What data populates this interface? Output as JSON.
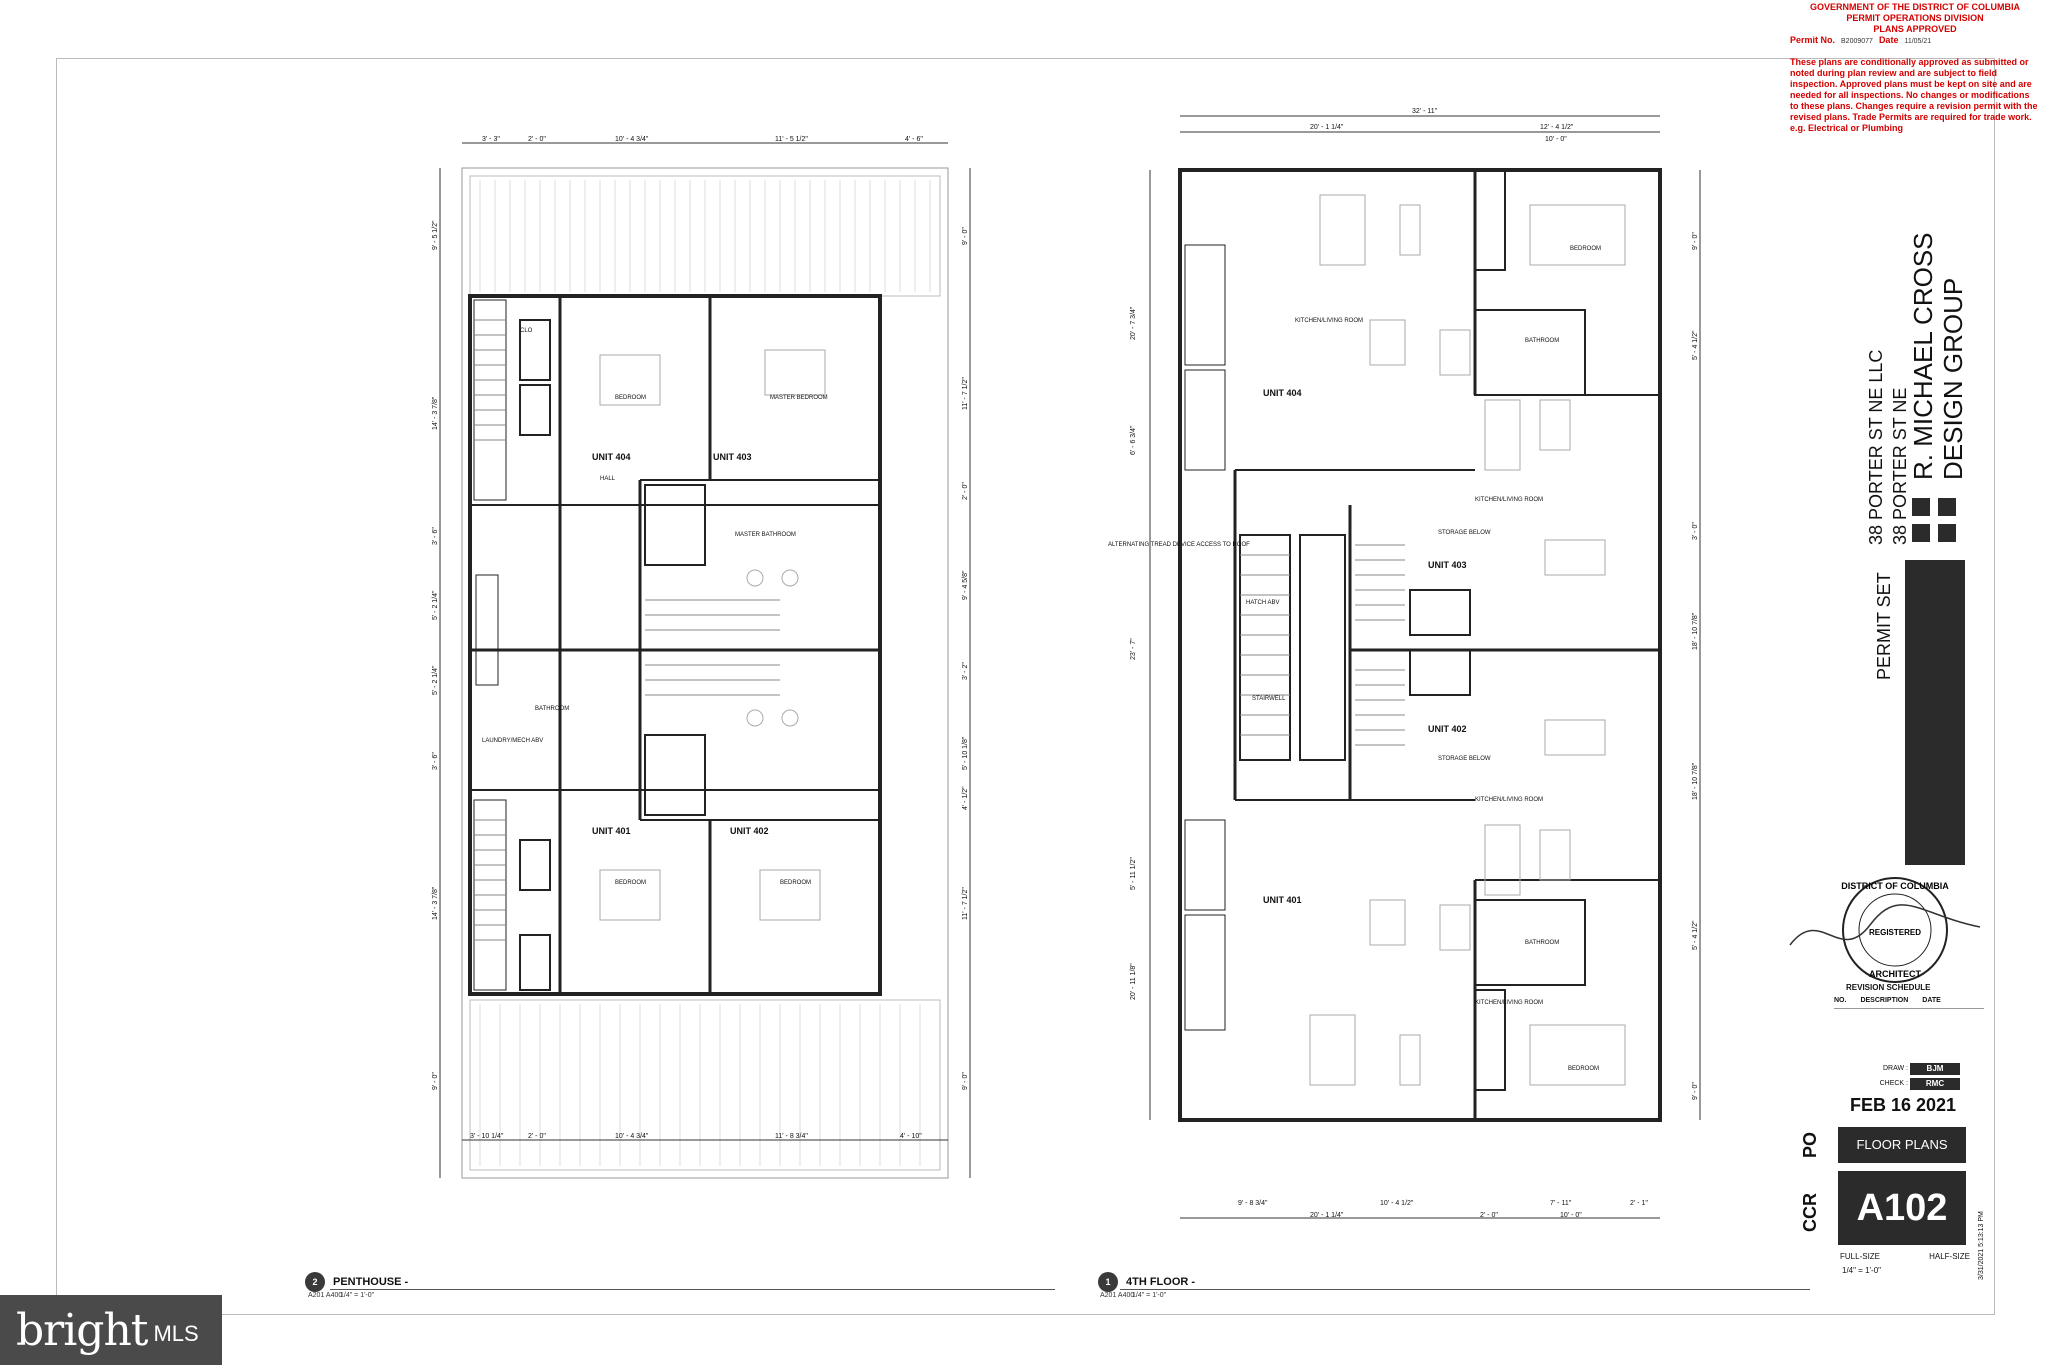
{
  "approval_stamp": {
    "line1": "GOVERNMENT OF THE DISTRICT OF COLUMBIA",
    "line2": "PERMIT OPERATIONS DIVISION",
    "line3": "PLANS APPROVED",
    "permit_label": "Permit No.",
    "permit_no": "B2009077",
    "date_label": "Date",
    "date_value": "11/05/21",
    "notes": "These plans are conditionally approved as submitted or noted during plan review and are subject to field inspection. Approved plans must be kept on site and are needed for all inspections.  No changes or modifications to these plans.  Changes require a revision permit with the revised plans. Trade Permits are required for trade work.  e.g. Electrical or Plumbing"
  },
  "title_block": {
    "project_line1": "38 PORTER ST NE LLC",
    "project_line2": "38 PORTER ST NE",
    "set_name": "PERMIT SET",
    "firm_line1": "R. MICHAEL CROSS",
    "firm_line2": "DESIGN GROUP",
    "seal_text_top": "DISTRICT OF COLUMBIA",
    "seal_text_bottom": "ARCHITECT",
    "seal_center": "REGISTERED",
    "revision_title": "REVISION SCHEDULE",
    "revision_cols": [
      "NO.",
      "DESCRIPTION",
      "DATE"
    ],
    "drawn_label": "DRAW :",
    "drawn_value": "BJM",
    "check_label": "CHECK :",
    "check_value": "RMC",
    "date": "FEB 16 2021",
    "po": "PO",
    "ccr": "CCR",
    "sheet_title": "FLOOR PLANS",
    "sheet_number": "A102",
    "size_full": "FULL-SIZE",
    "size_half": "HALF-SIZE",
    "scale": "1/4\" = 1'-0\"",
    "timestamp": "3/31/2021 5:13:13 PM"
  },
  "plans": [
    {
      "number": "2",
      "title": "PENTHOUSE -",
      "scale": "1/4\" = 1'-0\"",
      "ref": "A201 A400",
      "units": [
        "UNIT 404",
        "UNIT 403",
        "UNIT 401",
        "UNIT 402"
      ],
      "rooms": [
        "BEDROOM",
        "MASTER BEDROOM",
        "MASTER BATHROOM",
        "HALL",
        "CLO",
        "LAUNDRY/MECH ABV",
        "BATHROOM",
        "BEDROOM",
        "BEDROOM"
      ],
      "dims_top": [
        "3' - 3\"",
        "2' - 0\"",
        "10' - 4 3/4\"",
        "11' - 5 1/2\"",
        "4' - 6\""
      ],
      "dims_bottom": [
        "3' - 10 1/4\"",
        "2' - 0\"",
        "10' - 4 3/4\"",
        "11' - 8 3/4\"",
        "4' - 10\""
      ],
      "dims_left": [
        "9' - 5 1/2\"",
        "14' - 3 7/8\"",
        "3' - 6\"",
        "5' - 2 1/4\"",
        "5' - 2 1/4\"",
        "3' - 6\"",
        "14' - 3 7/8\"",
        "9' - 0\""
      ],
      "dims_right": [
        "9' - 0\"",
        "11' - 7 1/2\"",
        "2' - 0\"",
        "9' - 4 5/8\"",
        "3' - 2\"",
        "5' - 10 1/8\"",
        "4' - 1/2\"",
        "11' - 7 1/2\"",
        "9' - 0\""
      ]
    },
    {
      "number": "1",
      "title": "4TH FLOOR -",
      "scale": "1/4\" = 1'-0\"",
      "ref": "A201 A400",
      "units": [
        "UNIT 404",
        "UNIT 403",
        "UNIT 402",
        "UNIT 401"
      ],
      "rooms": [
        "KITCHEN/LIVING ROOM",
        "BEDROOM",
        "BATHROOM",
        "KITCHEN/LIVING ROOM",
        "STAIRWELL",
        "KITCHEN/LIVING ROOM",
        "KITCHEN/LIVING ROOM",
        "BATHROOM",
        "BEDROOM"
      ],
      "notes": [
        "ALTERNATING TREAD DEVICE ACCESS TO ROOF",
        "HATCH ABV",
        "STORAGE BELOW",
        "STORAGE BELOW"
      ],
      "dims_top": [
        "32' - 11\"",
        "20' - 1 1/4\"",
        "12' - 4 1/2\"",
        "10' - 0\""
      ],
      "dims_bottom": [
        "9' - 8 3/4\"",
        "10' - 4 1/2\"",
        "7' - 11\"",
        "2' - 1\"",
        "20' - 1 1/4\"",
        "2' - 0\"",
        "10' - 0\""
      ],
      "dims_left": [
        "20' - 7 3/4\"",
        "6' - 6 3/4\"",
        "23' - 7\"",
        "5' - 11 1/2\"",
        "20' - 11 1/8\""
      ],
      "dims_right": [
        "9' - 0\"",
        "5' - 4 1/2\"",
        "3' - 0\"",
        "18' - 10 7/8\"",
        "18' - 10 7/8\"",
        "5' - 4 1/2\"",
        "9' - 0\""
      ]
    }
  ],
  "watermark": {
    "brand": "bright",
    "suffix": "MLS"
  }
}
